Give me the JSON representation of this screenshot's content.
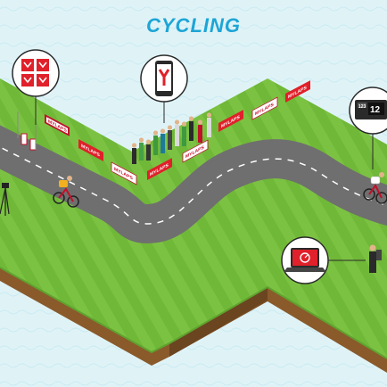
{
  "title": "CYCLING",
  "banner_text": "MYLAPS",
  "timing_display_digits": "12",
  "timing_display_small": "123",
  "colors": {
    "title": "#1da5d6",
    "grass": "#7cc242",
    "grass_stripe": "#6db535",
    "soil": "#8a5a2b",
    "road": "#6f6f6f",
    "brand_red": "#e0202a",
    "water": "#cfeef3"
  },
  "icons": [
    "bib-tags-icon",
    "smartphone-app-icon",
    "timing-display-icon",
    "laptop-results-icon"
  ]
}
